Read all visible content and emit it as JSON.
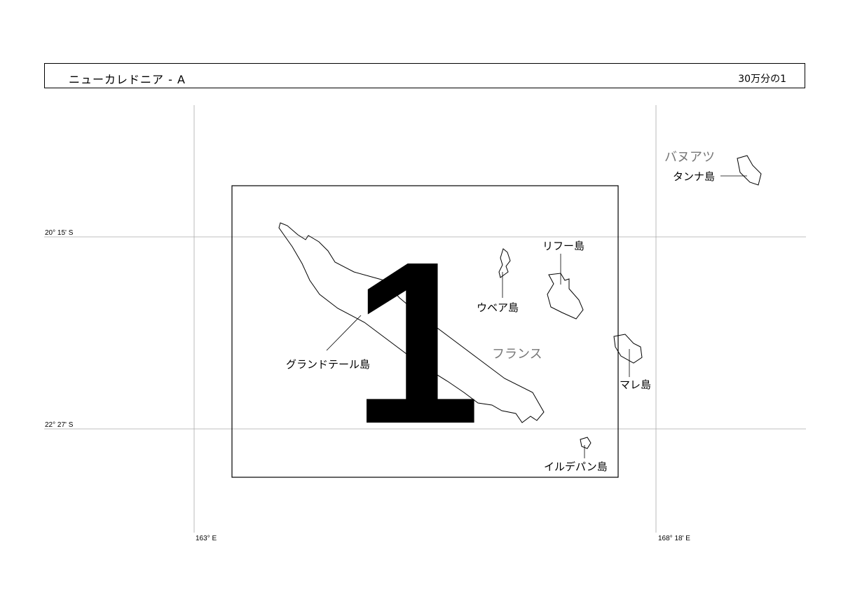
{
  "header": {
    "title": "ニューカレドニア - A",
    "scale": "30万分の1"
  },
  "grid": {
    "lat_labels": [
      "20° 15' S",
      "22° 27' S"
    ],
    "lon_labels": [
      "163° E",
      "168° 18' E"
    ]
  },
  "map": {
    "sheet_number": "1",
    "countries": [
      "フランス",
      "バヌアツ"
    ],
    "islands": [
      "グランドテール島",
      "ウベア島",
      "リフー島",
      "マレ島",
      "イルデパン島",
      "タンナ島"
    ]
  }
}
